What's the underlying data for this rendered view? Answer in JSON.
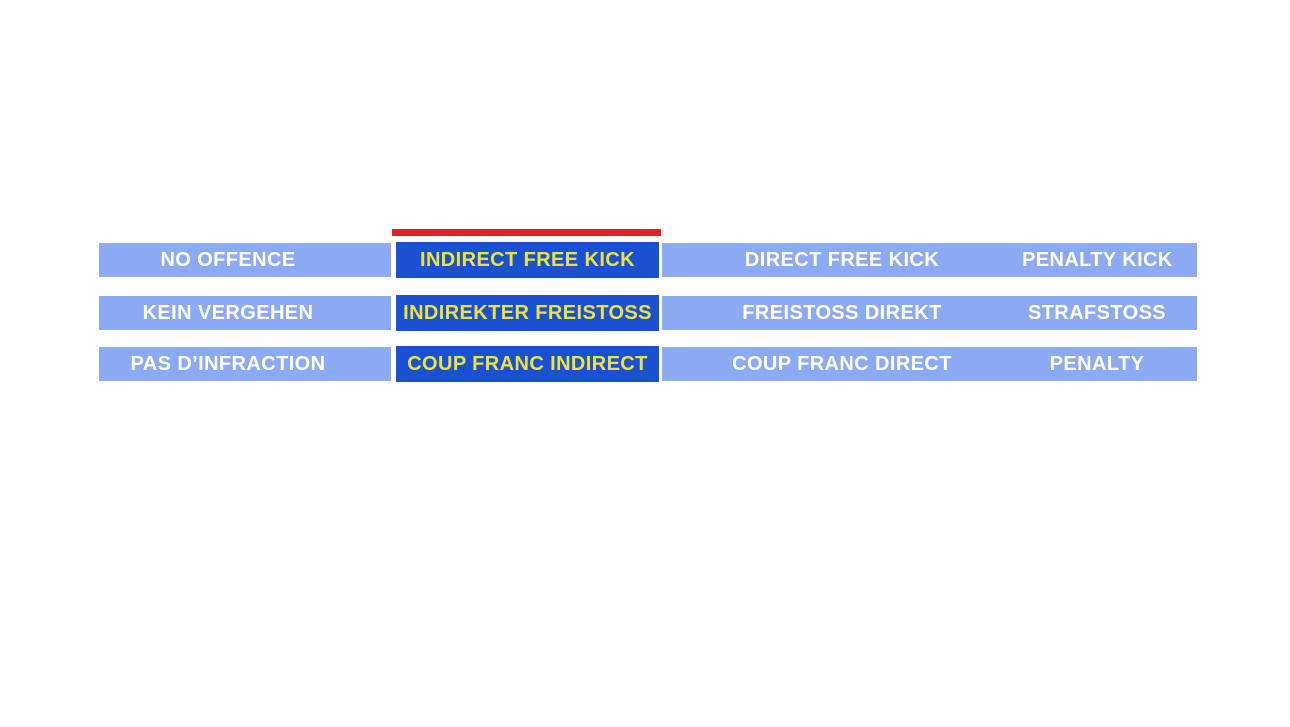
{
  "colors": {
    "option_background": "#8CA9F3",
    "selected_background": "#1A50D2",
    "option_text": "#FFFFFF",
    "selected_text": "#EDE33C",
    "indicator_red": "#E2222A",
    "page_background": "#FFFFFF"
  },
  "indicator": {
    "description": "red bar marking the selected answer column (indirect free kick)"
  },
  "rows": [
    {
      "language": "english",
      "no_offence": "NO OFFENCE",
      "indirect": "INDIRECT FREE KICK",
      "direct": "DIRECT FREE KICK",
      "penalty": "PENALTY KICK"
    },
    {
      "language": "german",
      "no_offence": "KEIN VERGEHEN",
      "indirect": "INDIREKTER FREISTOSS",
      "direct": "FREISTOSS DIREKT",
      "penalty": "STRAFSTOSS"
    },
    {
      "language": "french",
      "no_offence": "PAS D’INFRACTION",
      "indirect": "COUP FRANC INDIRECT",
      "direct": "COUP FRANC DIRECT",
      "penalty": "PENALTY"
    }
  ]
}
